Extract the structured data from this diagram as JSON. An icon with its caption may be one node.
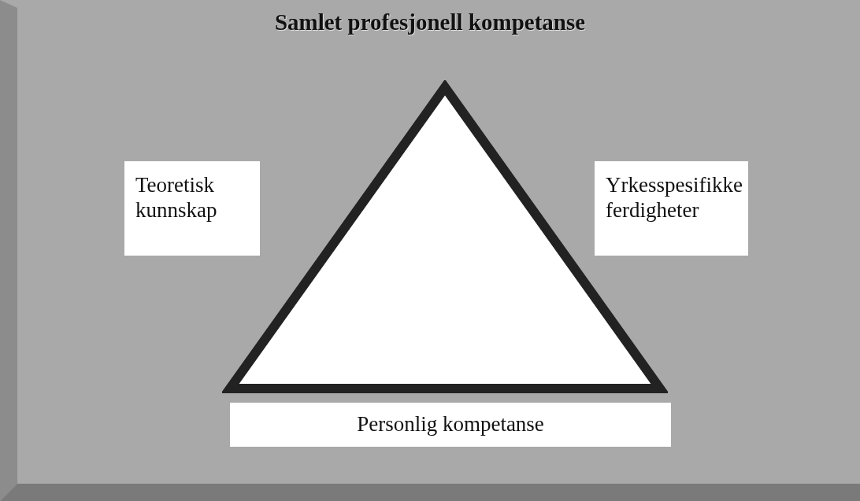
{
  "diagram": {
    "nodes": [
      {
        "text": [
          "Samlet profesjonell kompetanse"
        ]
      },
      {
        "text": [],
        "shape": "triangle",
        "in": 0
      },
      {
        "text": [
          "Teoretisk kunnskap"
        ],
        "in": 0
      },
      {
        "text": [
          "Yrkesspesifikke ferdigheter"
        ],
        "in": 0
      },
      {
        "text": [
          "Personlig kompetanse"
        ],
        "in": 0
      }
    ]
  }
}
